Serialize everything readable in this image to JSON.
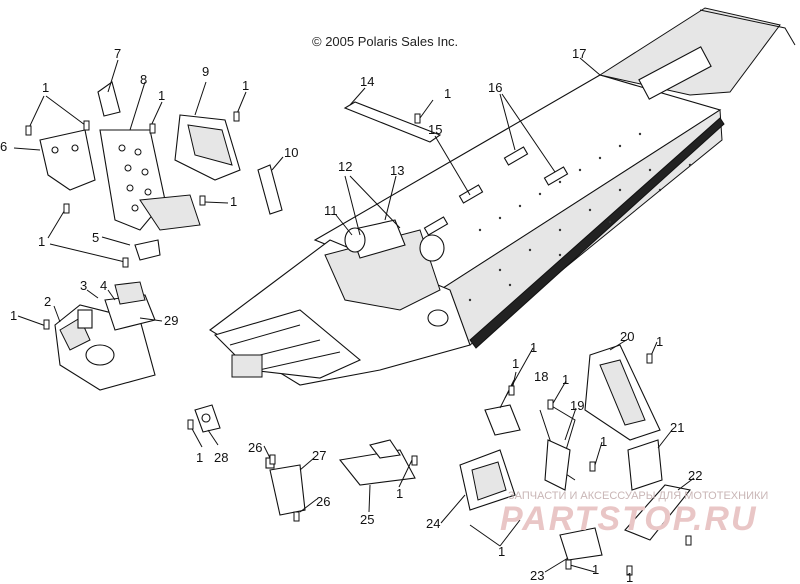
{
  "copyright": "© 2005 Polaris Sales Inc.",
  "watermark": {
    "line1": "ЗАПЧАСТИ И АКСЕССУАРЫ ДЛЯ МОТОТЕХНИКИ",
    "line2": "PARTSTOP.RU"
  },
  "callouts": [
    {
      "key": "c1a",
      "text": "1"
    },
    {
      "key": "c1b",
      "text": "1"
    },
    {
      "key": "c1c",
      "text": "1"
    },
    {
      "key": "c1d",
      "text": "1"
    },
    {
      "key": "c1e",
      "text": "1"
    },
    {
      "key": "c1f",
      "text": "1"
    },
    {
      "key": "c1g",
      "text": "1"
    },
    {
      "key": "c1h",
      "text": "1"
    },
    {
      "key": "c1i",
      "text": "1"
    },
    {
      "key": "c1j",
      "text": "1"
    },
    {
      "key": "c1k",
      "text": "1"
    },
    {
      "key": "c1l",
      "text": "1"
    },
    {
      "key": "c1m",
      "text": "1"
    },
    {
      "key": "c1n",
      "text": "1"
    },
    {
      "key": "c1o",
      "text": "1"
    },
    {
      "key": "c1p",
      "text": "1"
    },
    {
      "key": "c1q",
      "text": "1"
    },
    {
      "key": "c2",
      "text": "2"
    },
    {
      "key": "c3",
      "text": "3"
    },
    {
      "key": "c4",
      "text": "4"
    },
    {
      "key": "c5",
      "text": "5"
    },
    {
      "key": "c6",
      "text": "6"
    },
    {
      "key": "c7",
      "text": "7"
    },
    {
      "key": "c8",
      "text": "8"
    },
    {
      "key": "c9",
      "text": "9"
    },
    {
      "key": "c10",
      "text": "10"
    },
    {
      "key": "c11",
      "text": "11"
    },
    {
      "key": "c12",
      "text": "12"
    },
    {
      "key": "c13",
      "text": "13"
    },
    {
      "key": "c14",
      "text": "14"
    },
    {
      "key": "c15",
      "text": "15"
    },
    {
      "key": "c16",
      "text": "16"
    },
    {
      "key": "c17",
      "text": "17"
    },
    {
      "key": "c18",
      "text": "18"
    },
    {
      "key": "c19",
      "text": "19"
    },
    {
      "key": "c20",
      "text": "20"
    },
    {
      "key": "c21",
      "text": "21"
    },
    {
      "key": "c22",
      "text": "22"
    },
    {
      "key": "c23",
      "text": "23"
    },
    {
      "key": "c24",
      "text": "24"
    },
    {
      "key": "c25",
      "text": "25"
    },
    {
      "key": "c26a",
      "text": "26"
    },
    {
      "key": "c26b",
      "text": "26"
    },
    {
      "key": "c27",
      "text": "27"
    },
    {
      "key": "c28",
      "text": "28"
    },
    {
      "key": "c29",
      "text": "29"
    }
  ]
}
